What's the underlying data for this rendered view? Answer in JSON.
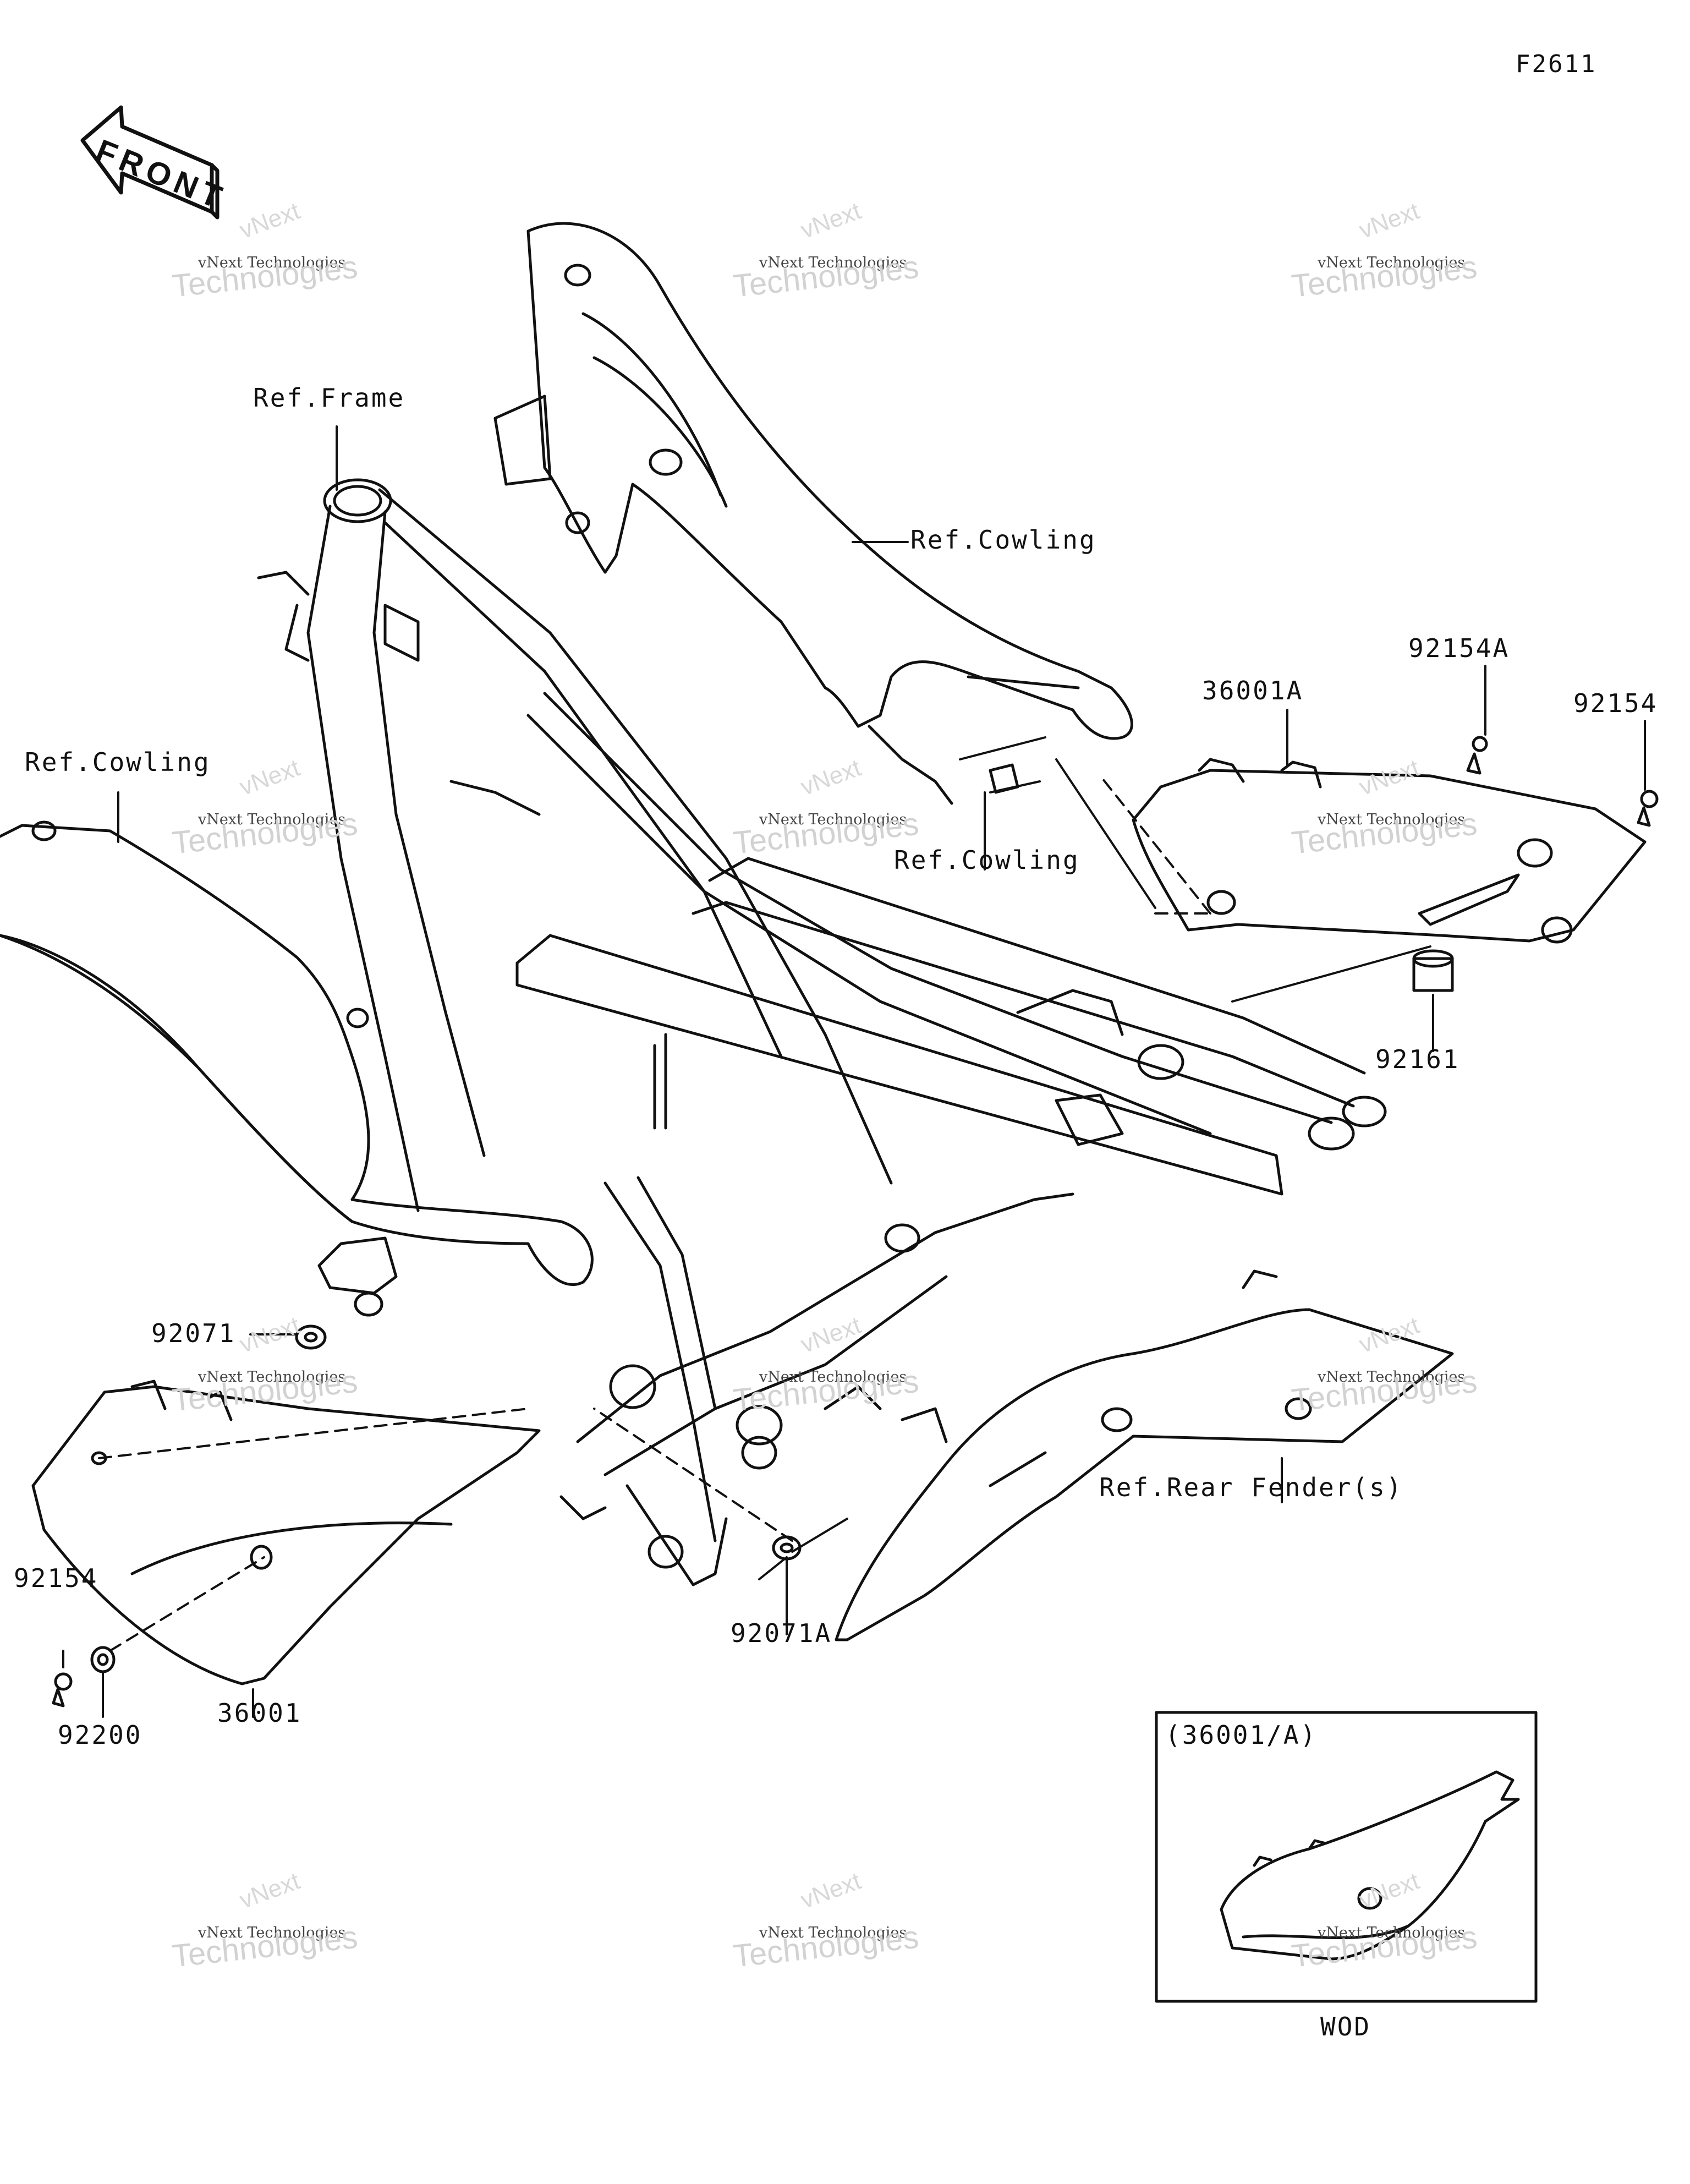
{
  "figure_code": "F2611",
  "front_arrow_label": "FRONT",
  "labels": {
    "ref_frame": "Ref.Frame",
    "ref_cowling_upper": "Ref.Cowling",
    "ref_cowling_left": "Ref.Cowling",
    "ref_cowling_mid": "Ref.Cowling",
    "p36001A": "36001A",
    "p92154A": "92154A",
    "p92154_right": "92154",
    "p92161": "92161",
    "p92071": "92071",
    "p92154_left": "92154",
    "p92200": "92200",
    "p36001": "36001",
    "p92071A": "92071A",
    "ref_rear_fender": "Ref.Rear Fender(s)"
  },
  "inset": {
    "title": "(36001/A)",
    "caption": "WOD"
  },
  "watermark": {
    "small": "vNext Technologies",
    "big": "Technologies",
    "tiny": "vNext"
  },
  "colors": {
    "line": "#111111",
    "watermark": "#c8c8c8"
  }
}
